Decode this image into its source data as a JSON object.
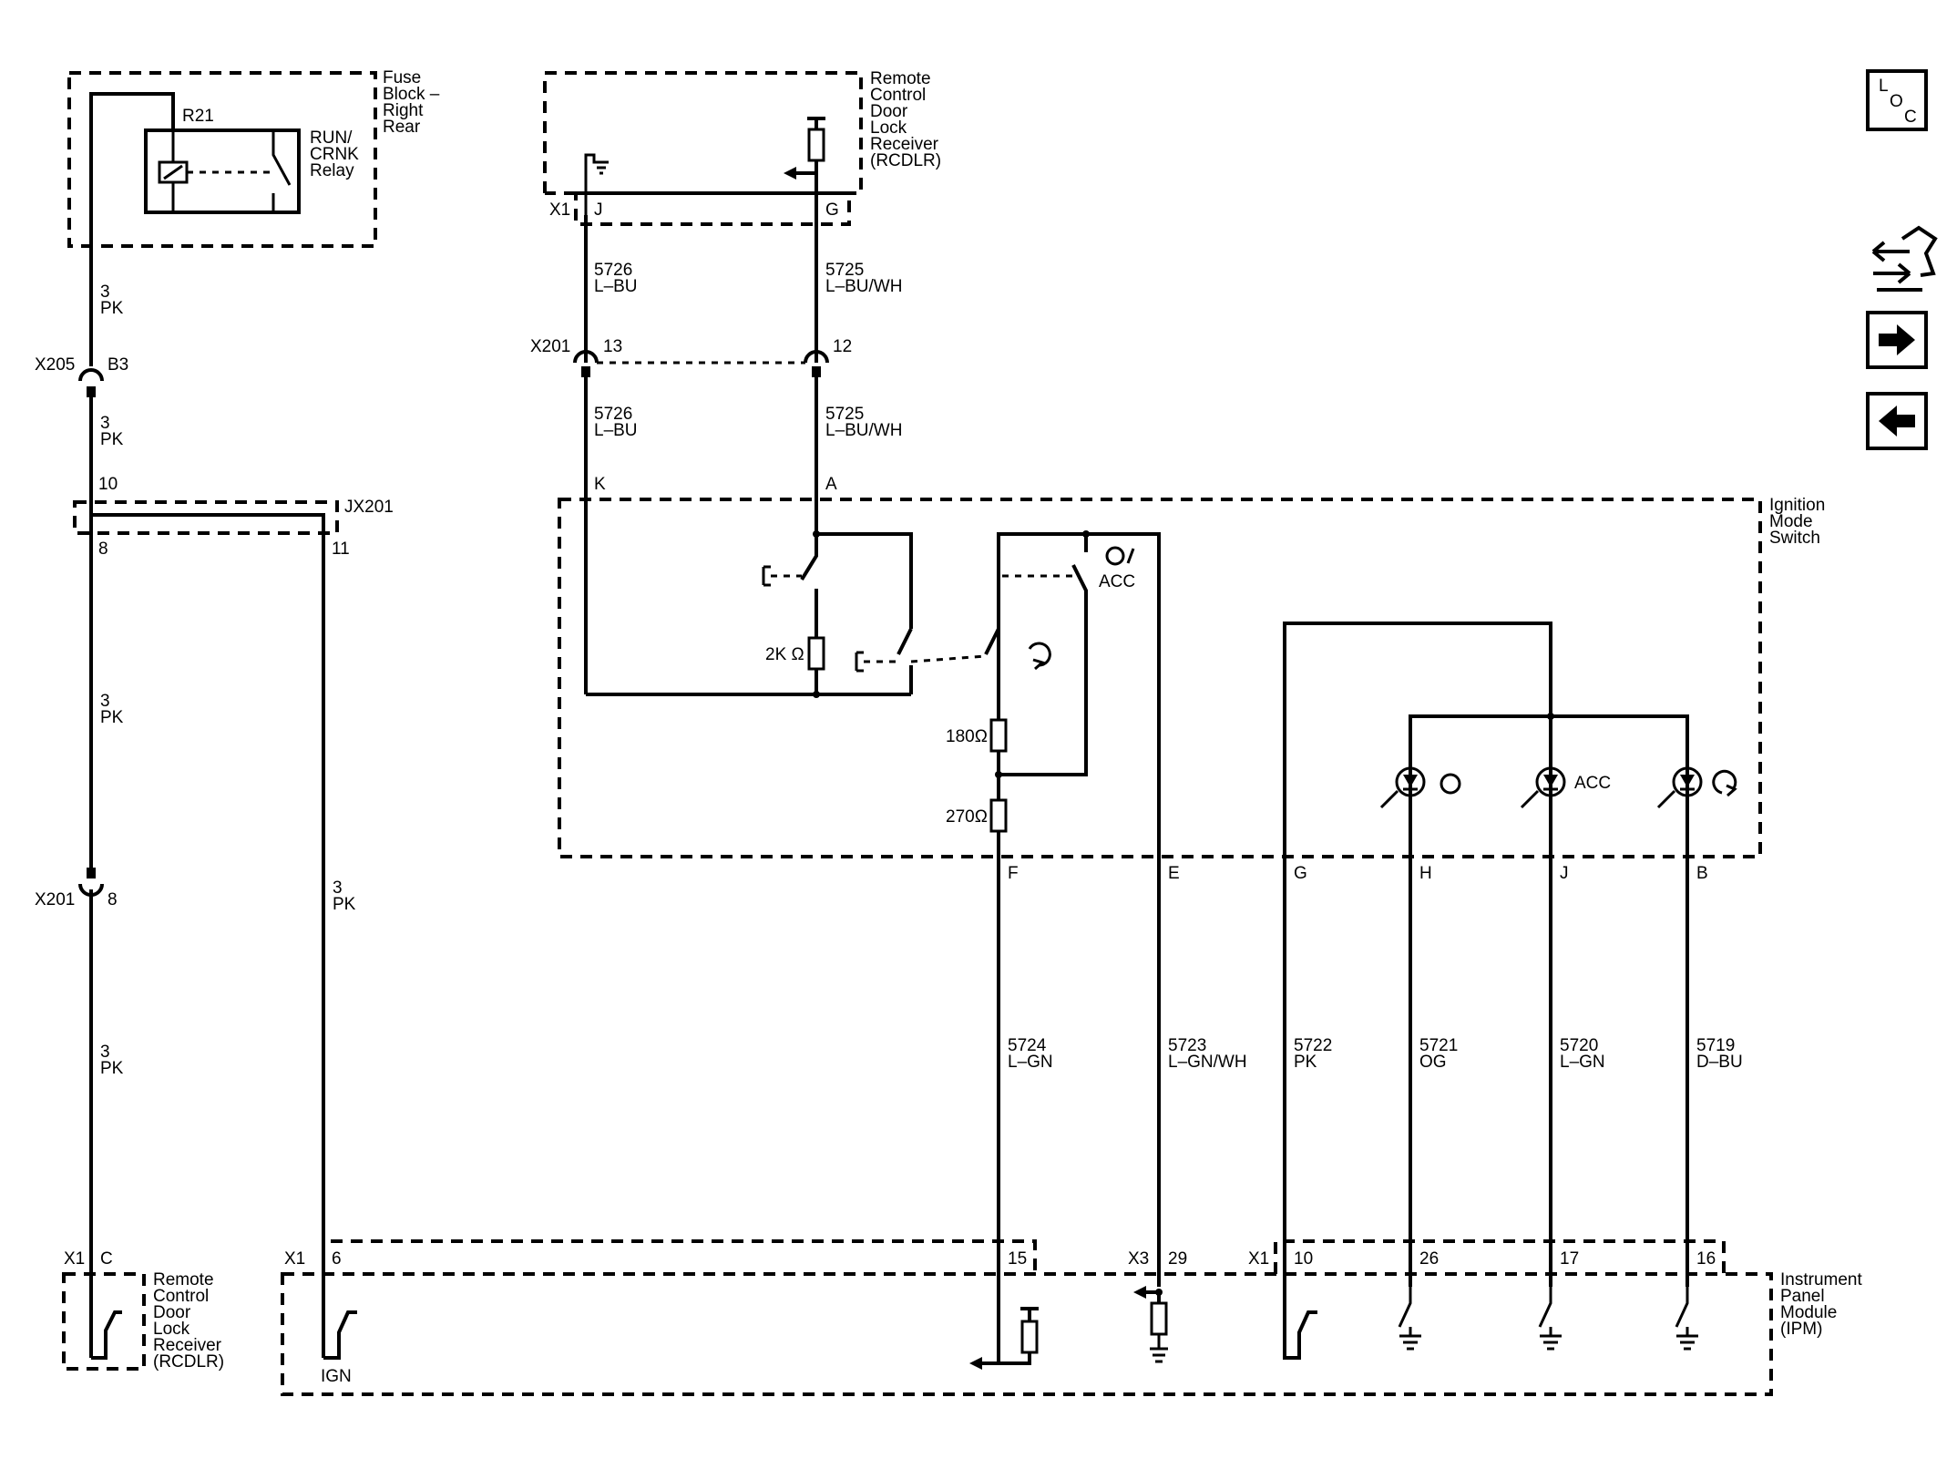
{
  "nav": {
    "loc": [
      "L",
      "O",
      "C"
    ]
  },
  "modules": {
    "fuse_block": [
      "Fuse",
      "Block –",
      "Right",
      "Rear"
    ],
    "relay": [
      "RUN/",
      "CRNK",
      "Relay"
    ],
    "relay_ref": "R21",
    "rcdlr_top": [
      "Remote",
      "Control",
      "Door",
      "Lock",
      "Receiver",
      "(RCDLR)"
    ],
    "ignition": [
      "Ignition",
      "Mode",
      "Switch"
    ],
    "rcdlr_bottom": [
      "Remote",
      "Control",
      "Door",
      "Lock",
      "Receiver",
      "(RCDLR)"
    ],
    "ipm": [
      "Instrument",
      "Panel",
      "Module",
      "(IPM)"
    ],
    "ign_label": "IGN"
  },
  "connectors": {
    "x205": "X205",
    "x205_pin": "B3",
    "x1_top": "X1",
    "x1_pin_j": "J",
    "x1_pin_g": "G",
    "x201_top": "X201",
    "x201_pin_13": "13",
    "x201_pin_12": "12",
    "sw_pin_k": "K",
    "sw_pin_a": "A",
    "jx201": "JX201",
    "jx_pin_10": "10",
    "jx_pin_8": "8",
    "jx_pin_11": "11",
    "x201_left": "X201",
    "x201_left_pin": "8",
    "sw_pin_f": "F",
    "sw_pin_e": "E",
    "sw_pin_g": "G",
    "sw_pin_h": "H",
    "sw_pin_j": "J",
    "sw_pin_b": "B",
    "x1_rcdlr": "X1",
    "x1_rcdlr_pin": "C",
    "x1_ipm": "X1",
    "x1_ipm_pin": "6",
    "ipm_pin_15": "15",
    "x3": "X3",
    "x3_pin": "29",
    "x1_ipm2": "X1",
    "ipm_pin_10": "10",
    "ipm_pin_26": "26",
    "ipm_pin_17": "17",
    "ipm_pin_16": "16"
  },
  "wires": {
    "pk_1": [
      "3",
      "PK"
    ],
    "pk_2": [
      "3",
      "PK"
    ],
    "pk_3": [
      "3",
      "PK"
    ],
    "pk_4": [
      "3",
      "PK"
    ],
    "pk_5": [
      "3",
      "PK"
    ],
    "w5726_a": [
      "5726",
      "L–BU"
    ],
    "w5725_a": [
      "5725",
      "L–BU/WH"
    ],
    "w5726_b": [
      "5726",
      "L–BU"
    ],
    "w5725_b": [
      "5725",
      "L–BU/WH"
    ],
    "w5724": [
      "5724",
      "L–GN"
    ],
    "w5723": [
      "5723",
      "L–GN/WH"
    ],
    "w5722": [
      "5722",
      "PK"
    ],
    "w5721": [
      "5721",
      "OG"
    ],
    "w5720": [
      "5720",
      "L–GN"
    ],
    "w5719": [
      "5719",
      "D–BU"
    ]
  },
  "components": {
    "r_2k": "2K Ω",
    "r_180": "180Ω",
    "r_270": "270Ω",
    "acc_switch": "ACC",
    "acc_led": "ACC"
  }
}
